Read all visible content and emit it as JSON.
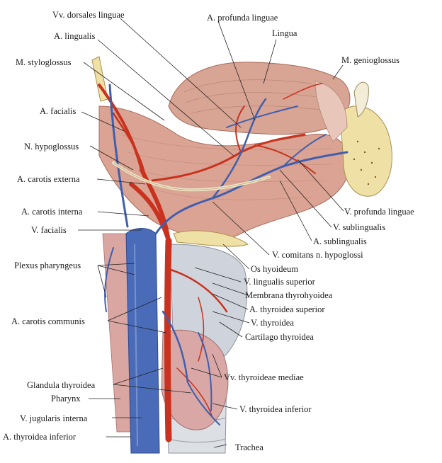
{
  "labels": {
    "vv_dorsales_linguae": "Vv. dorsales linguae",
    "a_profunda_linguae": "A. profunda linguae",
    "lingua": "Lingua",
    "a_lingualis": "A. lingualis",
    "m_styloglossus": "M. styloglossus",
    "m_genioglossus": "M. genioglossus",
    "a_facialis": "A. facialis",
    "n_hypoglossus": "N. hypoglossus",
    "a_carotis_externa": "A. carotis externa",
    "a_carotis_interna": "A. carotis interna",
    "v_facialis": "V. facialis",
    "v_profunda_linguae": "V. profunda linguae",
    "v_sublingualis": "V. sublingualis",
    "a_sublingualis": "A. sublingualis",
    "v_comitans": "V. comitans n. hypoglossi",
    "plexus_pharyngeus": "Plexus pharyngeus",
    "os_hyoideum": "Os hyoideum",
    "v_lingualis_superior": "V. lingualis superior",
    "membrana_thyrohyoidea": "Membrana thyrohyoidea",
    "a_thyroidea_superior": "A. thyroidea superior",
    "a_carotis_communis": "A. carotis communis",
    "v_thyroidea": "V. thyroidea",
    "cartilago_thyroidea": "Cartilago thyroidea",
    "vv_thyroideae_mediae": "Vv. thyroideae mediae",
    "glandula_thyroidea": "Glandula thyroidea",
    "pharynx": "Pharynx",
    "v_thyroidea_inferior": "V. thyroidea inferior",
    "v_jugularis_interna": "V. jugularis interna",
    "a_thyroidea_inferior": "A. thyroidea inferior",
    "trachea": "Trachea"
  },
  "colors": {
    "artery": "#c8321e",
    "vein": "#3f5fae",
    "muscle": "#d9a08f",
    "cartilage": "#cfd4dc",
    "bone": "#efe0a6",
    "leader": "#222222"
  }
}
